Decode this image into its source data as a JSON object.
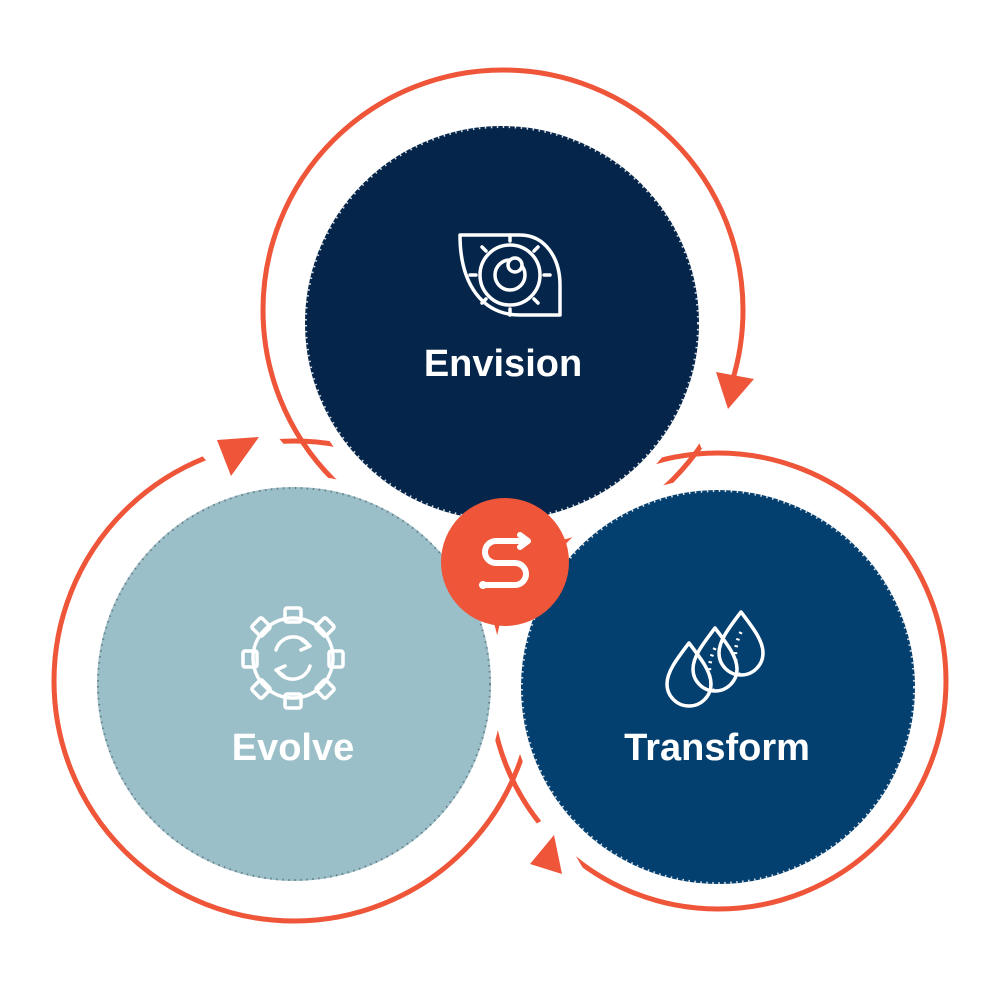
{
  "diagram": {
    "type": "three-stage-cycle",
    "stages": [
      {
        "label": "Envision",
        "icon": "eye-dial-icon",
        "color": "#05264A"
      },
      {
        "label": "Transform",
        "icon": "droplets-icon",
        "color": "#033F6F"
      },
      {
        "label": "Evolve",
        "icon": "gear-refresh-icon",
        "color": "#9BBFC8"
      }
    ],
    "center": {
      "icon": "logo-s-arrow-icon",
      "color": "#EE5539"
    },
    "accent_color": "#EE5539",
    "ring_color": "#EE5539"
  }
}
